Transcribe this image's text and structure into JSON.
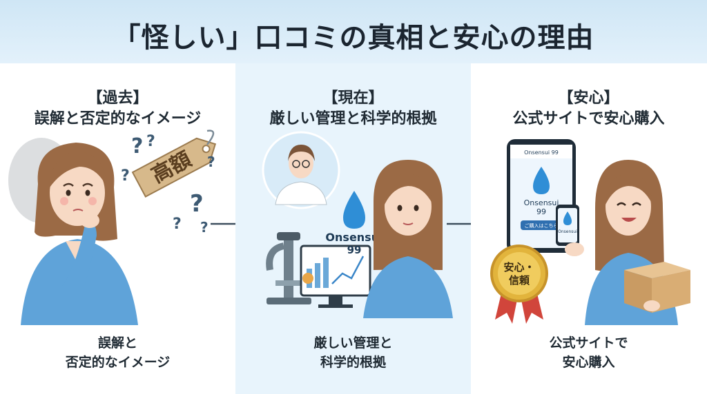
{
  "title": "「怪しい」口コミの真相と安心の理由",
  "panels": [
    {
      "tag": "【過去】",
      "heading": "誤解と否定的なイメージ",
      "caption": [
        "誤解と",
        "否定的なイメージ"
      ],
      "price_tag_text": "高額"
    },
    {
      "tag": "【現在】",
      "heading": "厳しい管理と科学的根拠",
      "caption": [
        "厳しい管理と",
        "科学的根拠"
      ],
      "brand": "Onsensui",
      "brand_number": "99"
    },
    {
      "tag": "【安心】",
      "heading": "公式サイトで安心購入",
      "caption": [
        "公式サイトで",
        "安心購入"
      ],
      "phone_brand": "Onsensui 99",
      "phone_logo": "Onsensui",
      "phone_logo_number": "99",
      "phone_button": "ご購入はこちら",
      "small_phone_label": "Onsensui",
      "badge_text": [
        "安心・",
        "信頼"
      ]
    }
  ],
  "colors": {
    "header_bg": "#d6eaf8",
    "middle_panel_bg": "#e8f4fc",
    "shirt": "#5fa3d9",
    "hair": "#9b6a45",
    "gold": "#e2b43c",
    "ribbon": "#d1453b",
    "tag_paper": "#d7b98b"
  },
  "icons": [
    "question-mark-icon",
    "price-tag-icon",
    "microscope-icon",
    "monitor-chart-icon",
    "water-drop-icon",
    "smartphone-icon",
    "medal-badge-icon",
    "package-box-icon",
    "arrow-right-icon"
  ]
}
